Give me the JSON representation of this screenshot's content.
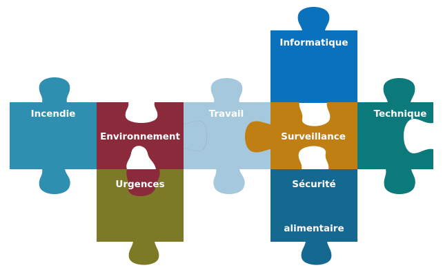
{
  "colors": {
    "incendie": "#2f8fb0",
    "environnement": "#8b2a3a",
    "urgences": "#7c7a26",
    "travail": "#a6c8dc",
    "informatique": "#0a72bd",
    "surveillance": "#bf7f12",
    "securite": "#15688f",
    "technique": "#0c7a7a"
  },
  "pieces": [
    {
      "key": "incendie",
      "label": "Incendie"
    },
    {
      "key": "environnement",
      "label": "Environnement"
    },
    {
      "key": "urgences",
      "label": "Urgences"
    },
    {
      "key": "travail",
      "label": "Travail"
    },
    {
      "key": "informatique",
      "label": "Informatique"
    },
    {
      "key": "surveillance",
      "label": "Surveillance"
    },
    {
      "key": "securite",
      "label": "Sécurité"
    },
    {
      "key": "securite_line2",
      "label": "alimentaire"
    },
    {
      "key": "technique",
      "label": "Technique"
    }
  ]
}
